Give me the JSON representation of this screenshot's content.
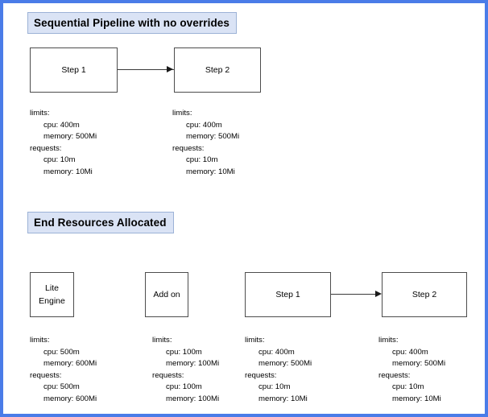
{
  "diagram": {
    "sections": [
      {
        "id": "sequential-pipeline",
        "title": "Sequential Pipeline with no overrides",
        "nodes": [
          {
            "id": "step-1",
            "label": "Step 1"
          },
          {
            "id": "step-2",
            "label": "Step 2"
          }
        ],
        "connectors": [
          {
            "from": "Step 1",
            "to": "Step 2",
            "style": "solid-arrow"
          }
        ],
        "specs": [
          {
            "for": "Step 1",
            "limits_label": "limits:",
            "limits_cpu": "cpu: 400m",
            "limits_memory": "memory: 500Mi",
            "requests_label": "requests:",
            "requests_cpu": "cpu: 10m",
            "requests_memory": "memory: 10Mi"
          },
          {
            "for": "Step 2",
            "limits_label": "limits:",
            "limits_cpu": "cpu: 400m",
            "limits_memory": "memory: 500Mi",
            "requests_label": "requests:",
            "requests_cpu": "cpu: 10m",
            "requests_memory": "memory: 10Mi"
          }
        ]
      },
      {
        "id": "end-resources-allocated",
        "title": "End Resources Allocated",
        "nodes": [
          {
            "id": "lite-engine",
            "label_line1": "Lite",
            "label_line2": "Engine"
          },
          {
            "id": "add-on",
            "label": "Add on"
          },
          {
            "id": "step-1",
            "label": "Step 1"
          },
          {
            "id": "step-2",
            "label": "Step 2"
          }
        ],
        "connectors": [
          {
            "from": "Step 1",
            "to": "Step 2",
            "style": "solid-arrow"
          }
        ],
        "specs": [
          {
            "for": "Lite Engine",
            "limits_label": "limits:",
            "limits_cpu": "cpu: 500m",
            "limits_memory": "memory: 600Mi",
            "requests_label": "requests:",
            "requests_cpu": "cpu: 500m",
            "requests_memory": "memory: 600Mi"
          },
          {
            "for": "Add on",
            "limits_label": "limits:",
            "limits_cpu": "cpu: 100m",
            "limits_memory": "memory: 100Mi",
            "requests_label": "requests:",
            "requests_cpu": "cpu: 100m",
            "requests_memory": "memory: 100Mi"
          },
          {
            "for": "Step 1",
            "limits_label": "limits:",
            "limits_cpu": "cpu: 400m",
            "limits_memory": "memory: 500Mi",
            "requests_label": "requests:",
            "requests_cpu": "cpu: 10m",
            "requests_memory": "memory: 10Mi"
          },
          {
            "for": "Step 2",
            "limits_label": "limits:",
            "limits_cpu": "cpu: 400m",
            "limits_memory": "memory: 500Mi",
            "requests_label": "requests:",
            "requests_cpu": "cpu: 10m",
            "requests_memory": "memory: 10Mi"
          }
        ]
      }
    ],
    "colors": {
      "frame_border": "#4a7ce8",
      "banner_fill": "#dae3f5",
      "banner_border": "#9cb2d6",
      "node_border": "#4d4d4d",
      "arrow": "#1a1a1a",
      "text": "#000000"
    }
  }
}
